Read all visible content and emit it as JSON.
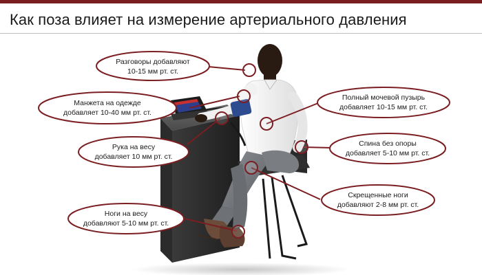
{
  "title": "Как поза влияет на измерение артериального давления",
  "colors": {
    "accent": "#7b1e22",
    "marker": "#7b1e22"
  },
  "callouts": [
    {
      "id": "talking",
      "lines": [
        "Разговоры добавляют",
        "10-15 мм рт. ст."
      ]
    },
    {
      "id": "cuff",
      "lines": [
        "Манжета на одежде",
        "добавляет 10-40 мм рт. ст."
      ]
    },
    {
      "id": "arm",
      "lines": [
        "Рука на весу",
        "добавляет 10 мм рт. ст."
      ]
    },
    {
      "id": "legs-dangling",
      "lines": [
        "Ноги на весу",
        "добавляют 5-10 мм рт. ст."
      ]
    },
    {
      "id": "bladder",
      "lines": [
        "Полный мочевой пузырь",
        "добавляет 10-15 мм рт. ст."
      ]
    },
    {
      "id": "back",
      "lines": [
        "Спина без опоры",
        "добавляет 5-10 мм рт. ст."
      ]
    },
    {
      "id": "crossed-legs",
      "lines": [
        "Скрещенные ноги",
        "добавляют 2-8 мм рт. ст."
      ]
    }
  ]
}
